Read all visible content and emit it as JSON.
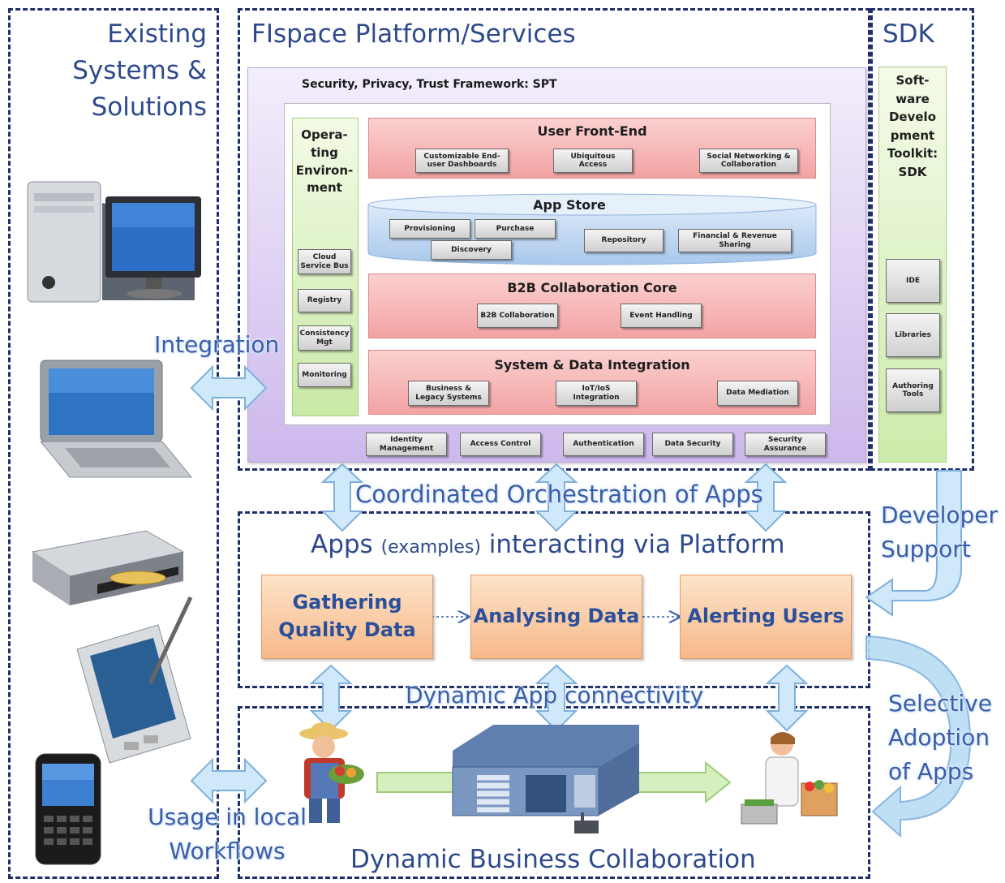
{
  "titles": {
    "existing": "Existing Systems & Solutions",
    "platform": "FIspace Platform/Services",
    "sdk": "SDK",
    "apps_title": "Apps",
    "apps_examples": "(examples)",
    "apps_rest": "interacting via Platform",
    "business": "Dynamic Business Collaboration"
  },
  "labels": {
    "integration": "Integration",
    "coordinated": "Coordinated Orchestration of Apps",
    "developer_support": "Developer Support",
    "dynamic_app": "Dynamic App connectivity",
    "selective": "Selective Adoption of Apps",
    "usage": "Usage in local Workflows"
  },
  "spt": {
    "title": "Security, Privacy, Trust Framework: SPT",
    "bottom_items": [
      "Identity Management",
      "Access Control",
      "Authentication",
      "Data Security",
      "Security Assurance"
    ]
  },
  "operating_env": {
    "title": "Opera-ting Environ-ment",
    "items": [
      "Cloud Service Bus",
      "Registry",
      "Consistency Mgt",
      "Monitoring"
    ]
  },
  "front_end": {
    "title": "User Front-End",
    "items": [
      "Customizable End-user Dashboards",
      "Ubiquitous Access",
      "Social Networking & Collaboration"
    ]
  },
  "app_store": {
    "title": "App Store",
    "items": [
      "Provisioning",
      "Purchase",
      "Discovery",
      "Repository",
      "Financial & Revenue Sharing"
    ]
  },
  "b2b": {
    "title": "B2B Collaboration Core",
    "items": [
      "B2B Collaboration",
      "Event Handling"
    ]
  },
  "sdi": {
    "title": "System & Data Integration",
    "items": [
      "Business & Legacy Systems",
      "IoT/IoS Integration",
      "Data Mediation"
    ]
  },
  "sdk_panel": {
    "title": "Soft-ware Develo pment Toolkit: SDK",
    "items": [
      "IDE",
      "Libraries",
      "Authoring Tools"
    ]
  },
  "apps": [
    "Gathering Quality Data",
    "Analysing Data",
    "Alerting Users"
  ],
  "colors": {
    "dash": "#1f2f6b",
    "title_blue": "#2e4a8c",
    "label_blue": "#3a5da8",
    "platform_bg": "#dccff0",
    "green_panel": "#dff3c6",
    "red_band": "#f4aeae",
    "app_store": "#bcd6f2",
    "app_box": "#f8c59a",
    "arrow_fill": "#cfe9fb",
    "arrow_stroke": "#7fb0db"
  }
}
